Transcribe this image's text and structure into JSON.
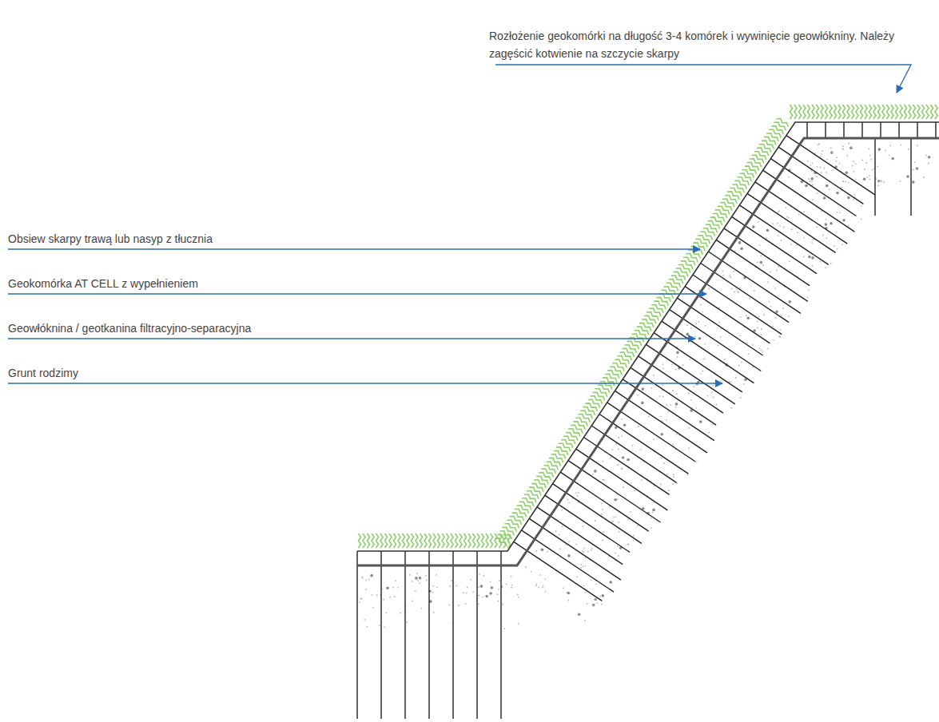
{
  "diagram": {
    "labels": [
      "Rozłożenie geokomórki na długość 3-4 komórek i wywinięcie geowłókniny. Należy zagęścić kotwienie na szczycie skarpy",
      "Obsiew skarpy trawą lub nasyp z tłucznia",
      "Geokomórka AT CELL z wypełnieniem",
      "Geowłóknina / geotkanina filtracyjno-separacyjna",
      "Grunt rodzimy"
    ]
  }
}
